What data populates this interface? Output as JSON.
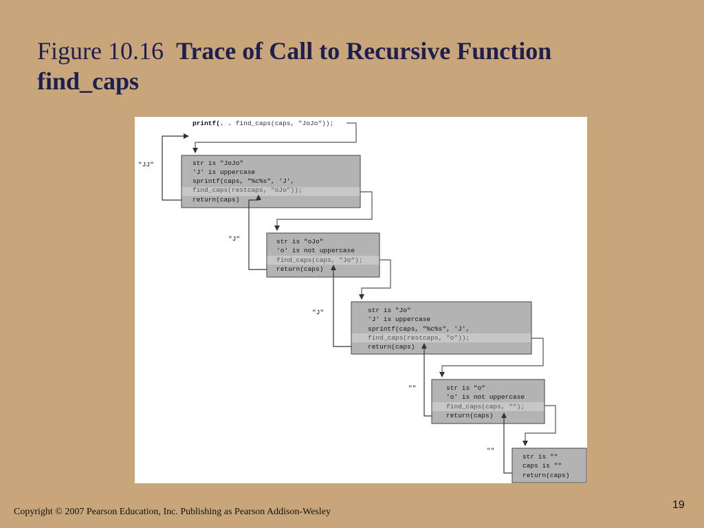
{
  "title": {
    "figure_label": "Figure 10.16",
    "caption": "Trace of Call to Recursive Function find_caps"
  },
  "diagram": {
    "top_call": {
      "prefix": "printf(. . ",
      "call": "find_caps(caps, \"JoJo\"));"
    },
    "frames": [
      {
        "lines": [
          "str is  \"JoJo\"",
          "'J' is uppercase",
          "sprintf(caps, \"%c%s\", 'J',",
          "      find_caps(restcaps, \"oJo\"));",
          "return(caps)"
        ],
        "return_label": "\"JJ\""
      },
      {
        "lines": [
          "str is  \"oJo\"",
          "'o' is not uppercase",
          "find_caps(caps, \"Jo\");",
          "return(caps)"
        ],
        "return_label": "\"J\""
      },
      {
        "lines": [
          "str is  \"Jo\"",
          "'J' is  uppercase",
          "sprintf(caps, \"%c%s\", 'J',",
          "      find_caps(restcaps, \"o\"));",
          "return(caps)"
        ],
        "return_label": "\"J\""
      },
      {
        "lines": [
          "str is  \"o\"",
          "'o' is  not uppercase",
          "find_caps(caps, \"\");",
          "return(caps)"
        ],
        "return_label": "\"\""
      },
      {
        "lines": [
          "str is  \"\"",
          "caps  is \"\"",
          "return(caps)"
        ],
        "return_label": "\"\""
      }
    ]
  },
  "footer": {
    "copyright": "Copyright © 2007 Pearson Education, Inc. Publishing as Pearson Addison-Wesley",
    "page_number": "19"
  },
  "colors": {
    "background": "#c9a679",
    "title": "#1c1f4f",
    "frame_fill": "#b3b3b3",
    "frame_border": "#5a5a5a",
    "arrow": "#333333"
  }
}
